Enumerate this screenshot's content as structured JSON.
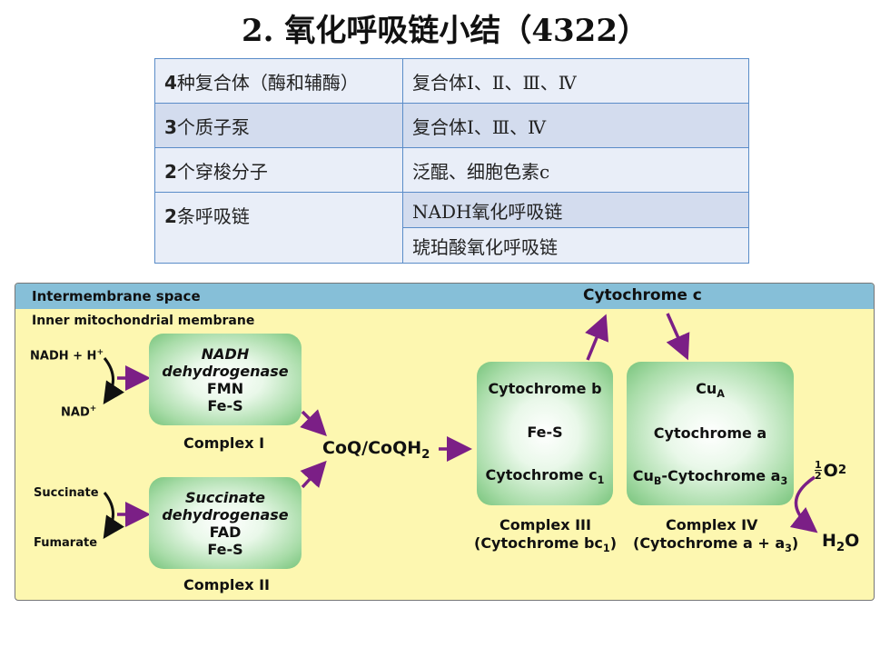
{
  "title": "2. 氧化呼吸链小结（4322）",
  "summary_table": {
    "rows": [
      {
        "num": "4",
        "label": "种复合体（酶和辅酶）",
        "value": "复合体Ⅰ、Ⅱ、Ⅲ、Ⅳ"
      },
      {
        "num": "3",
        "label": "个质子泵",
        "value": "复合体Ⅰ、Ⅲ、Ⅳ"
      },
      {
        "num": "2",
        "label": "个穿梭分子",
        "value": "泛醌、细胞色素c"
      },
      {
        "num": "2",
        "label": "条呼吸链",
        "values": [
          "NADH氧化呼吸链",
          "琥珀酸氧化呼吸链"
        ]
      }
    ]
  },
  "diagram": {
    "intermembrane_label": "Intermembrane space",
    "membrane_label": "Inner mitochondrial membrane",
    "cytochrome_c_label": "Cytochrome c",
    "nadh_in": "NADH + H",
    "nadh_in_sup": "+",
    "nad_out": "NAD",
    "nad_out_sup": "+",
    "succinate": "Succinate",
    "fumarate": "Fumarate",
    "complex1": {
      "lines": [
        "NADH",
        "dehydrogenase",
        "FMN",
        "Fe-S"
      ],
      "name": "Complex I"
    },
    "complex2": {
      "lines": [
        "Succinate",
        "dehydrogenase",
        "FAD",
        "Fe-S"
      ],
      "name": "Complex II"
    },
    "coq": "CoQ/CoQH",
    "coq_sub": "2",
    "complex3": {
      "line1": "Cytochrome b",
      "line2": "Fe-S",
      "line3": "Cytochrome c",
      "line3_sub": "1",
      "name": "Complex III",
      "subname": "(Cytochrome bc",
      "subname_sub": "1",
      "subname_end": ")"
    },
    "complex4": {
      "line1": "Cu",
      "line1_sub": "A",
      "line2": "Cytochrome a",
      "line3a": "Cu",
      "line3_sub": "B",
      "line3b": "-Cytochrome a",
      "line3_sub2": "3",
      "name": "Complex IV",
      "subname": "(Cytochrome a + a",
      "subname_sub": "3",
      "subname_end": ")"
    },
    "o2_frac_num": "1",
    "o2_frac_den": "2",
    "o2": "O",
    "o2_sub": "2",
    "h2o_h": "H",
    "h2o_sub": "2",
    "h2o_o": "O",
    "colors": {
      "arrow": "#7b1f86",
      "band": "#86bfd8",
      "membrane": "#fdf7b0",
      "table_border": "#5a8cc8"
    }
  }
}
